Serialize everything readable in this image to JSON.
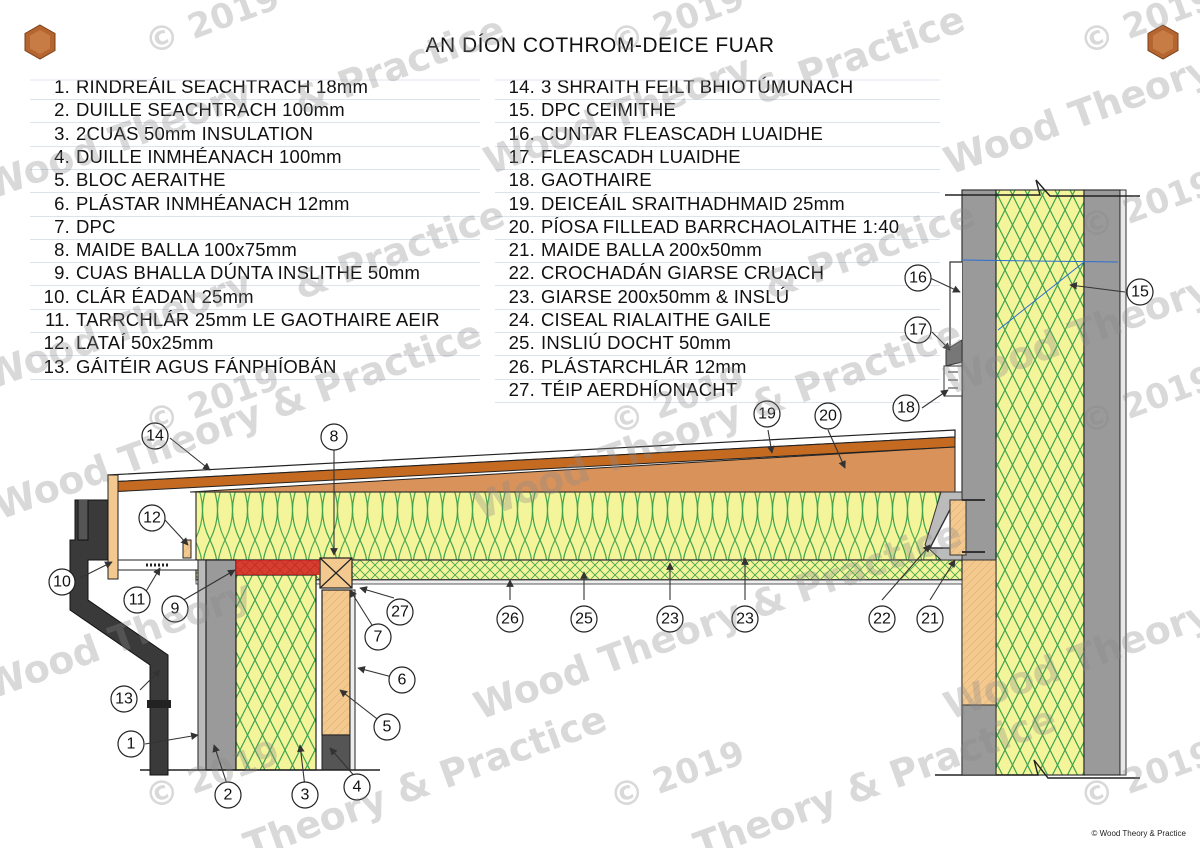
{
  "title": "AN DÍON COTHROM-DEICE FUAR",
  "legend": [
    {
      "n": "1.",
      "text": "RINDREÁIL SEACHTRACH 18mm"
    },
    {
      "n": "2.",
      "text": "DUILLE SEACHTRACH 100mm"
    },
    {
      "n": "3.",
      "text": "2CUAS 50mm INSULATION"
    },
    {
      "n": "4.",
      "text": "DUILLE INMHÉANACH 100mm"
    },
    {
      "n": "5.",
      "text": "BLOC AERAITHE"
    },
    {
      "n": "6.",
      "text": "PLÁSTAR INMHÉANACH 12mm"
    },
    {
      "n": "7.",
      "text": "DPC"
    },
    {
      "n": "8.",
      "text": "MAIDE BALLA 100x75mm"
    },
    {
      "n": "9.",
      "text": "CUAS BHALLA DÚNTA INSLITHE 50mm"
    },
    {
      "n": "10.",
      "text": "CLÁR ÉADAN 25mm"
    },
    {
      "n": "11.",
      "text": "TARRCHLÁR 25mm LE GAOTHAIRE AEIR"
    },
    {
      "n": "12.",
      "text": "LATAÍ 50x25mm"
    },
    {
      "n": "13.",
      "text": "GÁITÉIR AGUS FÁNPHÍOBÁN"
    },
    {
      "n": "14.",
      "text": "3 SHRAITH FEILT BHIOTÚMUNACH"
    },
    {
      "n": "15.",
      "text": "DPC CEIMITHE"
    },
    {
      "n": "16.",
      "text": "CUNTAR FLEASCADH LUAIDHE"
    },
    {
      "n": "17.",
      "text": "FLEASCADH LUAIDHE"
    },
    {
      "n": "18.",
      "text": "GAOTHAIRE"
    },
    {
      "n": "19.",
      "text": "DEICEÁIL SRAITHADHMAID 25mm"
    },
    {
      "n": "20.",
      "text": "PÍOSA FILLEAD BARRCHAOLAITHE 1:40"
    },
    {
      "n": "21.",
      "text": "MAIDE BALLA 200x50mm"
    },
    {
      "n": "22.",
      "text": "CROCHADÁN GIARSE CRUACH"
    },
    {
      "n": "23.",
      "text": "GIARSE 200x50mm & INSLÚ"
    },
    {
      "n": "24.",
      "text": "CISEAL RIALAITHE GAILE"
    },
    {
      "n": "25.",
      "text": "INSLIÚ DOCHT 50mm"
    },
    {
      "n": "26.",
      "text": "PLÁSTARCHLÁR 12mm"
    },
    {
      "n": "27.",
      "text": "TÉIP AERDHÍONACHT"
    }
  ],
  "callouts": [
    "1",
    "2",
    "3",
    "4",
    "5",
    "6",
    "7",
    "8",
    "9",
    "10",
    "11",
    "12",
    "13",
    "14",
    "15",
    "16",
    "17",
    "18",
    "19",
    "20",
    "21",
    "22",
    "23",
    "23",
    "25",
    "26",
    "27"
  ],
  "watermark": {
    "copyright": "© 2019",
    "brand": "Wood Theory & Practice",
    "brand_a": "Wood Theory",
    "brand_b": "& Practice",
    "brand_c": "Theory & Practice"
  },
  "footer": "© Wood Theory & Practice",
  "colors": {
    "insulation": "#f4f49a",
    "insulation_zigzag": "#3fa34d",
    "masonry": "#9a9a9a",
    "timber": "#f3c98f",
    "deck": "#d07a2c",
    "downpipe": "#3a3a3a",
    "dpc": "#d21c1c"
  }
}
